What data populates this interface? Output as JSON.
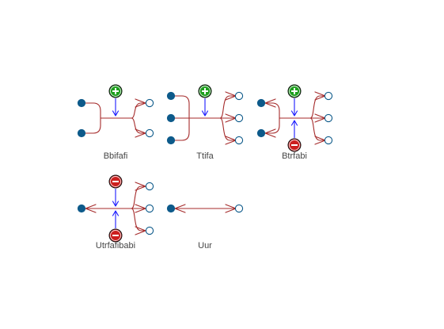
{
  "colors": {
    "reaction": "#a52a2a",
    "modifier": "#1a1aff",
    "species_filled": "#0d5a8a",
    "species_empty": "#ffffff",
    "species_empty_stroke": "#0d5a8a",
    "activator": "#1e9e1e",
    "inhibitor": "#cc1f1f",
    "label": "#444444"
  },
  "icons": {
    "activator": "plus-circle-icon",
    "inhibitor": "minus-circle-icon"
  },
  "diagrams": [
    {
      "id": "bbifafi",
      "label": "Bbifafi"
    },
    {
      "id": "ttifa",
      "label": "Ttifa"
    },
    {
      "id": "btrfabi",
      "label": "Btrfabi"
    },
    {
      "id": "utrfafibabi",
      "label": "Utrfafibabi"
    },
    {
      "id": "uur",
      "label": "Uur"
    }
  ]
}
